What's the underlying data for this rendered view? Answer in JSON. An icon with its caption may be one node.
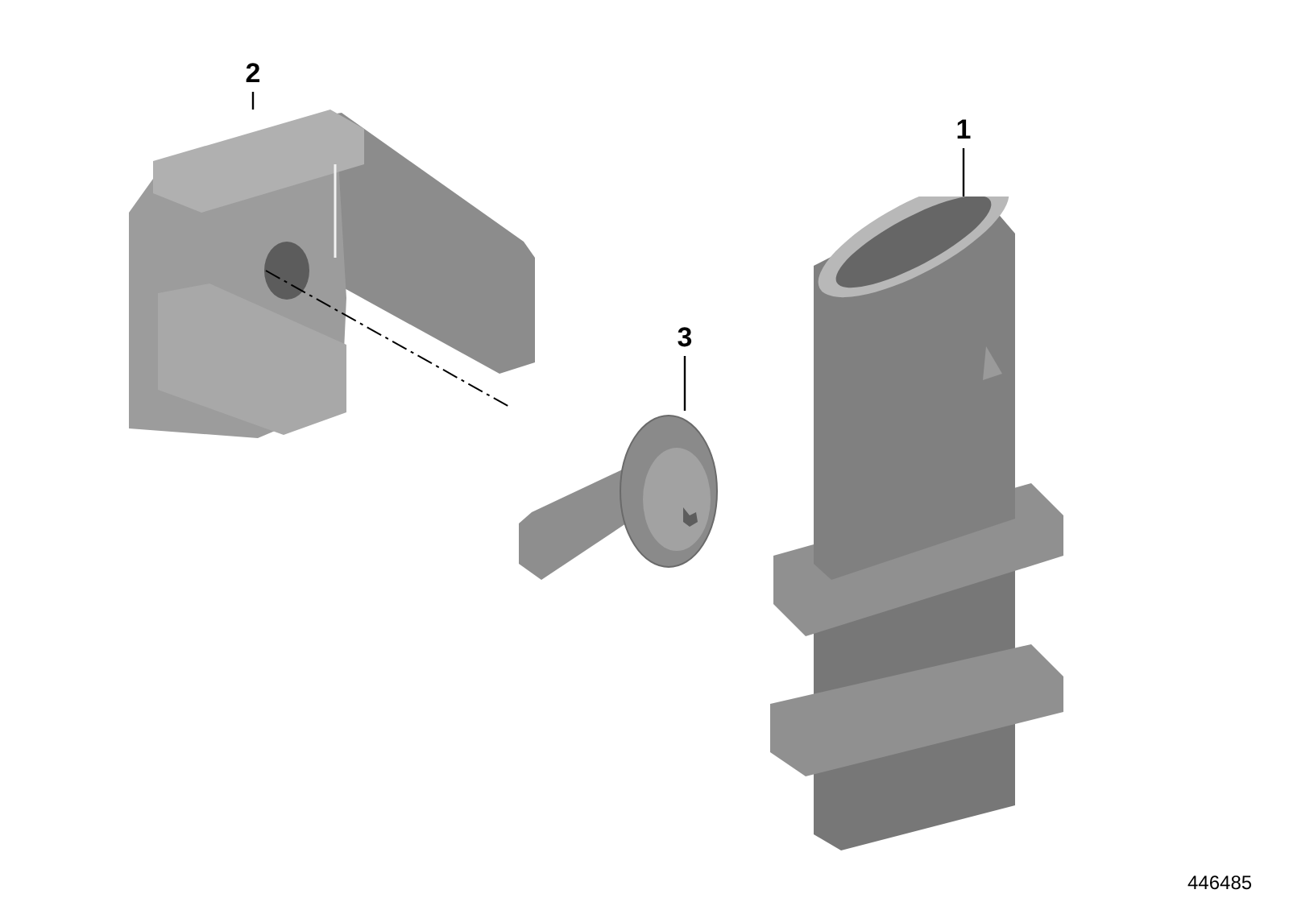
{
  "diagram": {
    "nodes": [
      {
        "text": [
          "2"
        ]
      },
      {
        "text": [
          "1"
        ]
      },
      {
        "text": [
          "3"
        ]
      },
      {
        "text": [],
        "shape": "picture"
      },
      {
        "text": [],
        "shape": "picture"
      },
      {
        "text": [],
        "shape": "picture"
      }
    ],
    "edges": [
      {
        "from": 0,
        "to": 3,
        "arrow": "none"
      },
      {
        "from": 1,
        "to": 5,
        "arrow": "none"
      },
      {
        "from": 2,
        "to": 4,
        "arrow": "none"
      }
    ],
    "labels": [
      "446485"
    ]
  }
}
